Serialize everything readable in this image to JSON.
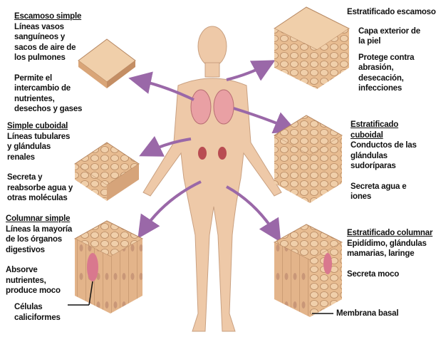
{
  "tissues": {
    "simple_squamous": {
      "title": "Escamoso simple",
      "location": "Líneas vasos\nsanguíneos y\nsacos de aire de\nlos pulmones",
      "function": "Permite el\nintercambio de\nnutrientes,\ndesechos y gases"
    },
    "simple_cuboidal": {
      "title": "Simple cuboidal",
      "location": "Líneas tubulares\ny glándulas\nrenales",
      "function": "Secreta y\nreabsorbe agua y\notras moléculas"
    },
    "simple_columnar": {
      "title": "Columnar simple",
      "location": "Líneas la mayoría\nde los órganos\ndigestivos",
      "function": "Absorve\nnutrientes,\nproduce moco",
      "callout": "Células\ncaliciformes"
    },
    "stratified_squamous": {
      "title": "Estratificado escamoso",
      "location": "Capa exterior de\nla piel",
      "function": "Protege contra\nabrasión,\ndesecación,\ninfecciones"
    },
    "stratified_cuboidal": {
      "title": "Estratificado\ncuboidal",
      "location": "Conductos de las\nglándulas\nsudoríparas",
      "function": "Secreta agua e\niones"
    },
    "stratified_columnar": {
      "title": "Estratificado columnar",
      "location": "Epidídimo, glándulas\nmamarias, laringe",
      "function": "Secreta moco",
      "callout": "Membrana basal"
    }
  },
  "colors": {
    "arrow": "#9a68a8",
    "skin": "#eec9a8",
    "tissue": "#e8bd92",
    "tissue_line": "#b58660",
    "goblet": "#d9788e"
  }
}
